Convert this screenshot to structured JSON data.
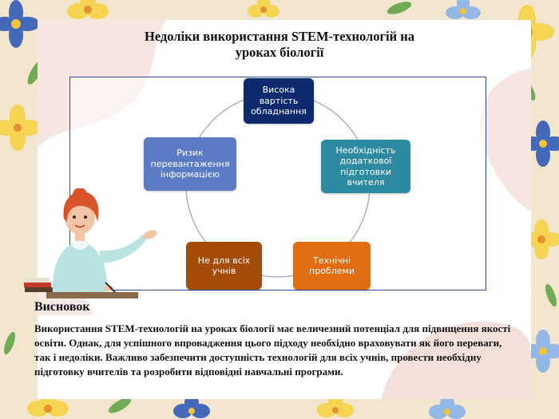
{
  "slide": {
    "title": "Недоліки використання STEM-технологій на уроках біології",
    "diagram": {
      "nodes": [
        {
          "label": "Висока вартість обладнання",
          "color": "#0d2a6e"
        },
        {
          "label": "Необхідність додаткової підготовки вчителя",
          "color": "#2e8aa0"
        },
        {
          "label": "Технічні проблеми",
          "color": "#e06c12"
        },
        {
          "label": "Не для всіх учнів",
          "color": "#a34d08"
        },
        {
          "label": "Ризик перевантаження інформацією",
          "color": "#5b7cc4"
        }
      ]
    },
    "conclusion": {
      "heading": "Висновок",
      "text": "Використання STEM-технологій на уроках біології має величезний потенціал для підвищення якості освіти. Однак, для успішного впровадження цього підходу необхідно враховувати як його переваги, так і недоліки. Важливо забезпечити доступність технологій для всіх учнів, провести необхідну підготовку вчителів та розробити відповідні навчальні програми."
    }
  }
}
